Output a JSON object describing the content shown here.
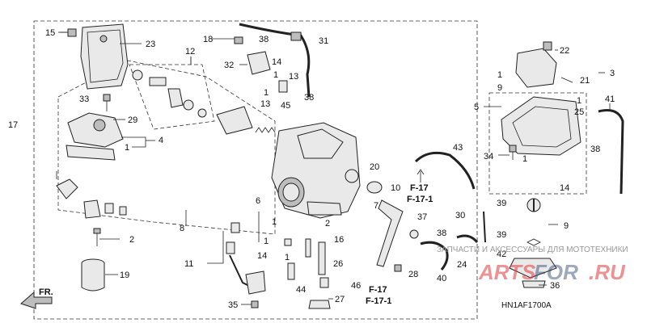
{
  "callouts": [
    {
      "id": "c15",
      "text": "15"
    },
    {
      "id": "c23",
      "text": "23"
    },
    {
      "id": "c12",
      "text": "12"
    },
    {
      "id": "c18",
      "text": "18"
    },
    {
      "id": "c38a",
      "text": "38"
    },
    {
      "id": "c31",
      "text": "31"
    },
    {
      "id": "c32",
      "text": "32"
    },
    {
      "id": "c14a",
      "text": "14"
    },
    {
      "id": "c1a",
      "text": "1"
    },
    {
      "id": "c13a",
      "text": "13"
    },
    {
      "id": "c1b",
      "text": "1"
    },
    {
      "id": "c13b",
      "text": "13"
    },
    {
      "id": "c45",
      "text": "45"
    },
    {
      "id": "c38b",
      "text": "38"
    },
    {
      "id": "c33",
      "text": "33"
    },
    {
      "id": "c29",
      "text": "29"
    },
    {
      "id": "c4",
      "text": "4"
    },
    {
      "id": "c1c",
      "text": "1"
    },
    {
      "id": "c17",
      "text": "17"
    },
    {
      "id": "c22",
      "text": "22"
    },
    {
      "id": "c3",
      "text": "3"
    },
    {
      "id": "c1d",
      "text": "1"
    },
    {
      "id": "c9a",
      "text": "9"
    },
    {
      "id": "c21",
      "text": "21"
    },
    {
      "id": "c5",
      "text": "5"
    },
    {
      "id": "c1e",
      "text": "1"
    },
    {
      "id": "c25",
      "text": "25"
    },
    {
      "id": "c41",
      "text": "41"
    },
    {
      "id": "c38c",
      "text": "38"
    },
    {
      "id": "c34",
      "text": "34"
    },
    {
      "id": "c1f",
      "text": "1"
    },
    {
      "id": "c14b",
      "text": "14"
    },
    {
      "id": "c43",
      "text": "43"
    },
    {
      "id": "c20",
      "text": "20"
    },
    {
      "id": "c10",
      "text": "10"
    },
    {
      "id": "c39a",
      "text": "39"
    },
    {
      "id": "c30",
      "text": "30"
    },
    {
      "id": "c9b",
      "text": "9"
    },
    {
      "id": "c39b",
      "text": "39"
    },
    {
      "id": "c37",
      "text": "37"
    },
    {
      "id": "c38d",
      "text": "38"
    },
    {
      "id": "c7",
      "text": "7"
    },
    {
      "id": "c6",
      "text": "6"
    },
    {
      "id": "c1g",
      "text": "1"
    },
    {
      "id": "c2a",
      "text": "2"
    },
    {
      "id": "c1h",
      "text": "1"
    },
    {
      "id": "c16",
      "text": "16"
    },
    {
      "id": "c8",
      "text": "8"
    },
    {
      "id": "c2b",
      "text": "2"
    },
    {
      "id": "c11",
      "text": "11"
    },
    {
      "id": "c19",
      "text": "19"
    },
    {
      "id": "c1i",
      "text": "1"
    },
    {
      "id": "c14c",
      "text": "14"
    },
    {
      "id": "c26",
      "text": "26"
    },
    {
      "id": "c44",
      "text": "44"
    },
    {
      "id": "c46",
      "text": "46"
    },
    {
      "id": "c28",
      "text": "28"
    },
    {
      "id": "c24",
      "text": "24"
    },
    {
      "id": "c42",
      "text": "42"
    },
    {
      "id": "c40",
      "text": "40"
    },
    {
      "id": "c35",
      "text": "35"
    },
    {
      "id": "c27",
      "text": "27"
    },
    {
      "id": "c36",
      "text": "36"
    }
  ],
  "refs": [
    {
      "id": "r1",
      "a": "F-17",
      "b": "F-17-1"
    },
    {
      "id": "r2",
      "a": "F-17",
      "b": "F-17-1"
    }
  ],
  "drawing_code": "HN1AF1700A",
  "front_label": "FR.",
  "watermark": {
    "caption": "ЗАПЧАСТИ И АКСЕССУАРЫ ДЛЯ МОТОТЕХНИКИ",
    "logo_left": "ARTS",
    "logo_mid": "FOR",
    "logo_right": ".RU"
  }
}
